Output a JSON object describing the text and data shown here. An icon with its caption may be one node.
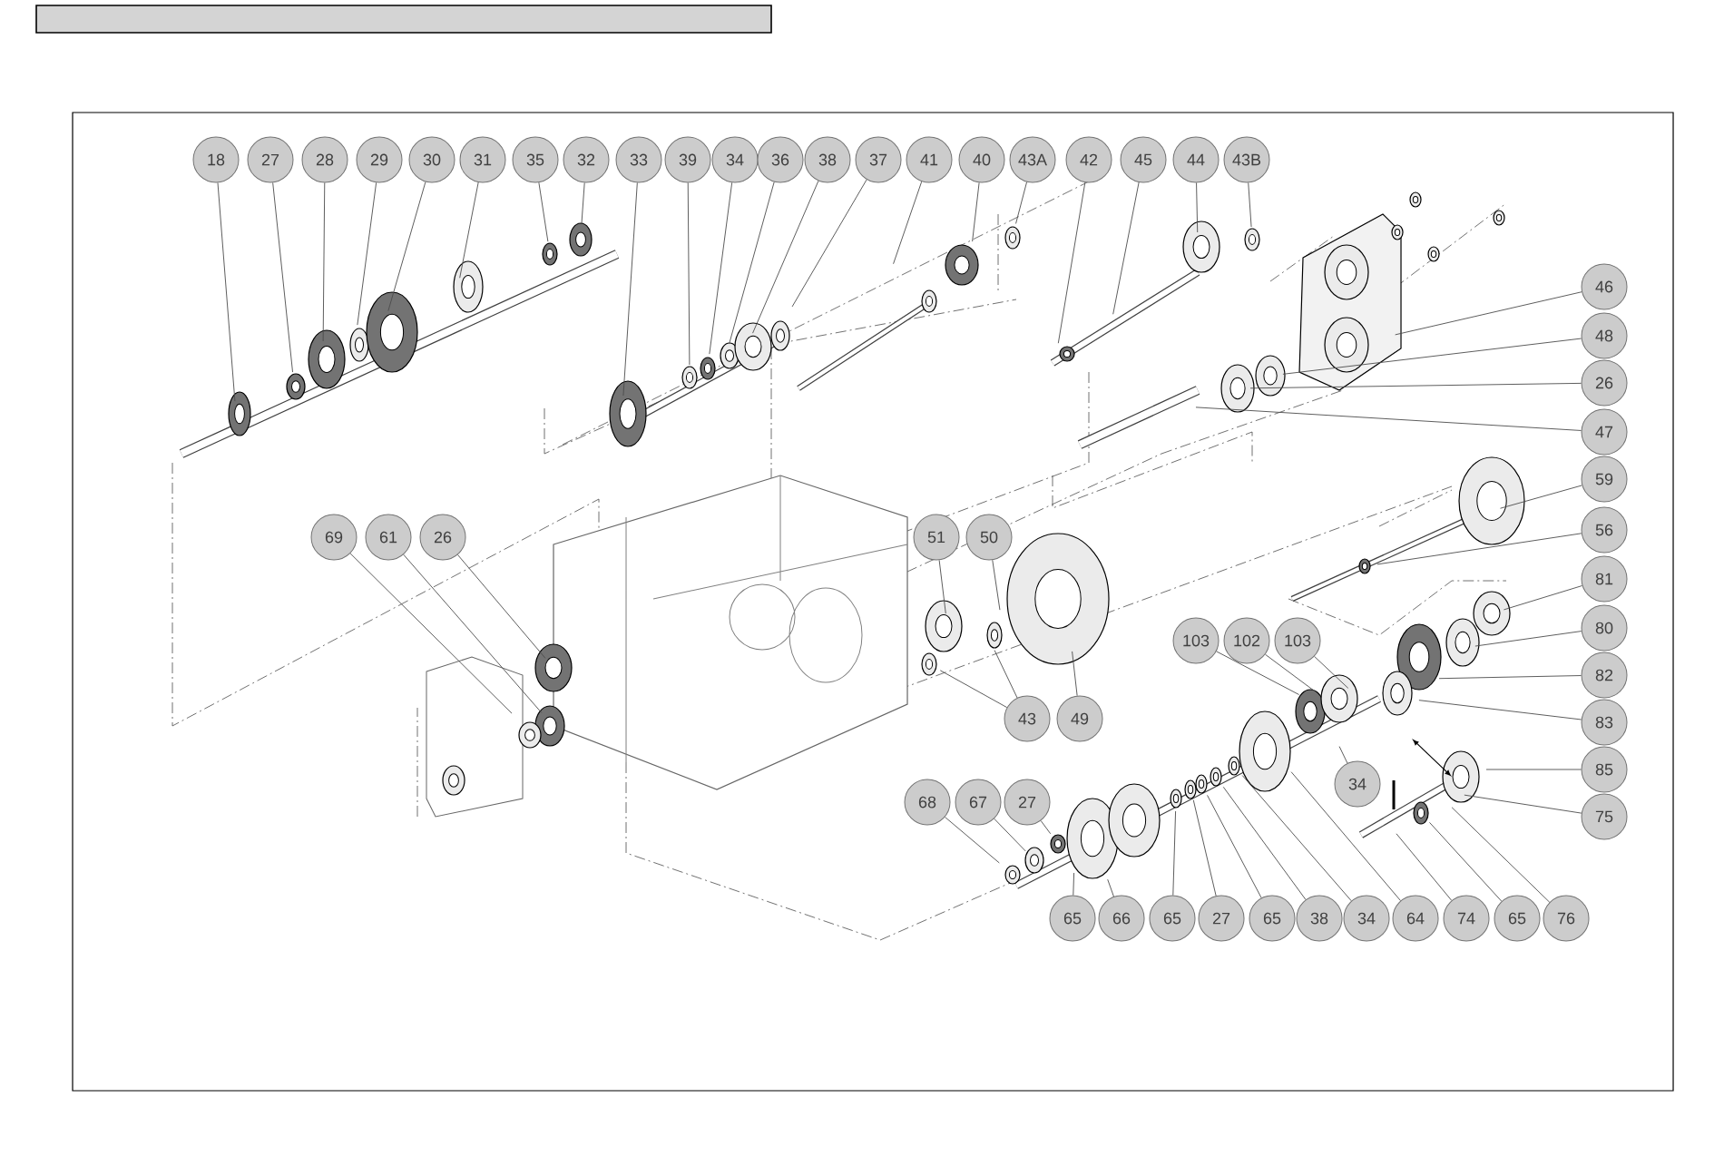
{
  "diagram": {
    "nodes": [
      {
        "text": [
          "18"
        ]
      },
      {
        "text": [
          "27"
        ]
      },
      {
        "text": [
          "28"
        ]
      },
      {
        "text": [
          "29"
        ]
      },
      {
        "text": [
          "30"
        ]
      },
      {
        "text": [
          "31"
        ]
      },
      {
        "text": [
          "35"
        ]
      },
      {
        "text": [
          "32"
        ]
      },
      {
        "text": [
          "33"
        ]
      },
      {
        "text": [
          "39"
        ]
      },
      {
        "text": [
          "34"
        ]
      },
      {
        "text": [
          "36"
        ]
      },
      {
        "text": [
          "38"
        ]
      },
      {
        "text": [
          "37"
        ]
      },
      {
        "text": [
          "41"
        ]
      },
      {
        "text": [
          "40"
        ]
      },
      {
        "text": [
          "43A"
        ]
      },
      {
        "text": [
          "42"
        ]
      },
      {
        "text": [
          "45"
        ]
      },
      {
        "text": [
          "44"
        ]
      },
      {
        "text": [
          "43B"
        ]
      },
      {
        "text": [
          "46"
        ]
      },
      {
        "text": [
          "48"
        ]
      },
      {
        "text": [
          "26"
        ]
      },
      {
        "text": [
          "47"
        ]
      },
      {
        "text": [
          "59"
        ]
      },
      {
        "text": [
          "56"
        ]
      },
      {
        "text": [
          "69"
        ]
      },
      {
        "text": [
          "61"
        ]
      },
      {
        "text": [
          "26"
        ]
      },
      {
        "text": [
          "51"
        ]
      },
      {
        "text": [
          "50"
        ]
      },
      {
        "text": [
          "81"
        ]
      },
      {
        "text": [
          "80"
        ]
      },
      {
        "text": [
          "103"
        ]
      },
      {
        "text": [
          "102"
        ]
      },
      {
        "text": [
          "103"
        ]
      },
      {
        "text": [
          "82"
        ]
      },
      {
        "text": [
          "83"
        ]
      },
      {
        "text": [
          "43"
        ]
      },
      {
        "text": [
          "49"
        ]
      },
      {
        "text": [
          "34"
        ]
      },
      {
        "text": [
          "85"
        ]
      },
      {
        "text": [
          "68"
        ]
      },
      {
        "text": [
          "67"
        ]
      },
      {
        "text": [
          "27"
        ]
      },
      {
        "text": [
          "75"
        ]
      },
      {
        "text": [
          "65"
        ]
      },
      {
        "text": [
          "66"
        ]
      },
      {
        "text": [
          "65"
        ]
      },
      {
        "text": [
          "27"
        ]
      },
      {
        "text": [
          "65"
        ]
      },
      {
        "text": [
          "38"
        ]
      },
      {
        "text": [
          "34"
        ]
      },
      {
        "text": [
          "64"
        ]
      },
      {
        "text": [
          "74"
        ]
      },
      {
        "text": [
          "65"
        ]
      },
      {
        "text": [
          "76"
        ]
      }
    ],
    "edges": [
      {
        "from": 0,
        "to": null,
        "arrow": "none"
      },
      {
        "from": 1,
        "to": null,
        "arrow": "none"
      },
      {
        "from": 2,
        "to": null,
        "arrow": "none"
      },
      {
        "from": 3,
        "to": null,
        "arrow": "none"
      },
      {
        "from": 4,
        "to": null,
        "arrow": "none"
      },
      {
        "from": 5,
        "to": null,
        "arrow": "none"
      },
      {
        "from": 6,
        "to": null,
        "arrow": "none"
      },
      {
        "from": 7,
        "to": null,
        "arrow": "none"
      },
      {
        "from": 8,
        "to": null,
        "arrow": "none"
      },
      {
        "from": 9,
        "to": null,
        "arrow": "none"
      },
      {
        "from": 10,
        "to": null,
        "arrow": "none"
      },
      {
        "from": 11,
        "to": null,
        "arrow": "none"
      },
      {
        "from": 12,
        "to": null,
        "arrow": "none"
      },
      {
        "from": 13,
        "to": null,
        "arrow": "none"
      },
      {
        "from": 14,
        "to": null,
        "arrow": "none"
      },
      {
        "from": 15,
        "to": null,
        "arrow": "none"
      },
      {
        "from": 16,
        "to": null,
        "arrow": "none"
      },
      {
        "from": 17,
        "to": null,
        "arrow": "none"
      },
      {
        "from": 18,
        "to": null,
        "arrow": "none"
      },
      {
        "from": 19,
        "to": null,
        "arrow": "none"
      },
      {
        "from": 20,
        "to": null,
        "arrow": "none"
      },
      {
        "from": 21,
        "to": null,
        "arrow": "none"
      },
      {
        "from": 22,
        "to": null,
        "arrow": "none"
      },
      {
        "from": 23,
        "to": null,
        "arrow": "none"
      },
      {
        "from": 24,
        "to": null,
        "arrow": "none"
      },
      {
        "from": 25,
        "to": null,
        "arrow": "none"
      },
      {
        "from": 26,
        "to": null,
        "arrow": "none"
      },
      {
        "from": 27,
        "to": null,
        "arrow": "none"
      },
      {
        "from": 28,
        "to": null,
        "arrow": "none"
      },
      {
        "from": 29,
        "to": null,
        "arrow": "none"
      },
      {
        "from": 30,
        "to": null,
        "arrow": "none"
      },
      {
        "from": 31,
        "to": null,
        "arrow": "none"
      },
      {
        "from": 32,
        "to": null,
        "arrow": "none"
      },
      {
        "from": 33,
        "to": null,
        "arrow": "none"
      },
      {
        "from": 34,
        "to": null,
        "arrow": "none"
      },
      {
        "from": 35,
        "to": null,
        "arrow": "none"
      },
      {
        "from": 36,
        "to": null,
        "arrow": "none"
      },
      {
        "from": 37,
        "to": null,
        "arrow": "none"
      },
      {
        "from": 38,
        "to": null,
        "arrow": "none"
      },
      {
        "from": 39,
        "to": null,
        "arrow": "none"
      },
      {
        "from": 39,
        "to": null,
        "arrow": "none"
      },
      {
        "from": 40,
        "to": null,
        "arrow": "none"
      },
      {
        "from": 41,
        "to": null,
        "arrow": "none"
      },
      {
        "from": 42,
        "to": null,
        "arrow": "none"
      },
      {
        "from": 43,
        "to": null,
        "arrow": "none"
      },
      {
        "from": 44,
        "to": null,
        "arrow": "none"
      },
      {
        "from": 45,
        "to": null,
        "arrow": "none"
      },
      {
        "from": 46,
        "to": null,
        "arrow": "none"
      },
      {
        "from": 47,
        "to": null,
        "arrow": "none"
      },
      {
        "from": 48,
        "to": null,
        "arrow": "none"
      },
      {
        "from": 49,
        "to": null,
        "arrow": "none"
      },
      {
        "from": 50,
        "to": null,
        "arrow": "none"
      },
      {
        "from": 51,
        "to": null,
        "arrow": "none"
      },
      {
        "from": 52,
        "to": null,
        "arrow": "none"
      },
      {
        "from": 53,
        "to": null,
        "arrow": "none"
      },
      {
        "from": 54,
        "to": null,
        "arrow": "none"
      },
      {
        "from": 55,
        "to": null,
        "arrow": "none"
      },
      {
        "from": 56,
        "to": null,
        "arrow": "none"
      },
      {
        "from": 57,
        "to": null,
        "arrow": "none"
      }
    ]
  }
}
